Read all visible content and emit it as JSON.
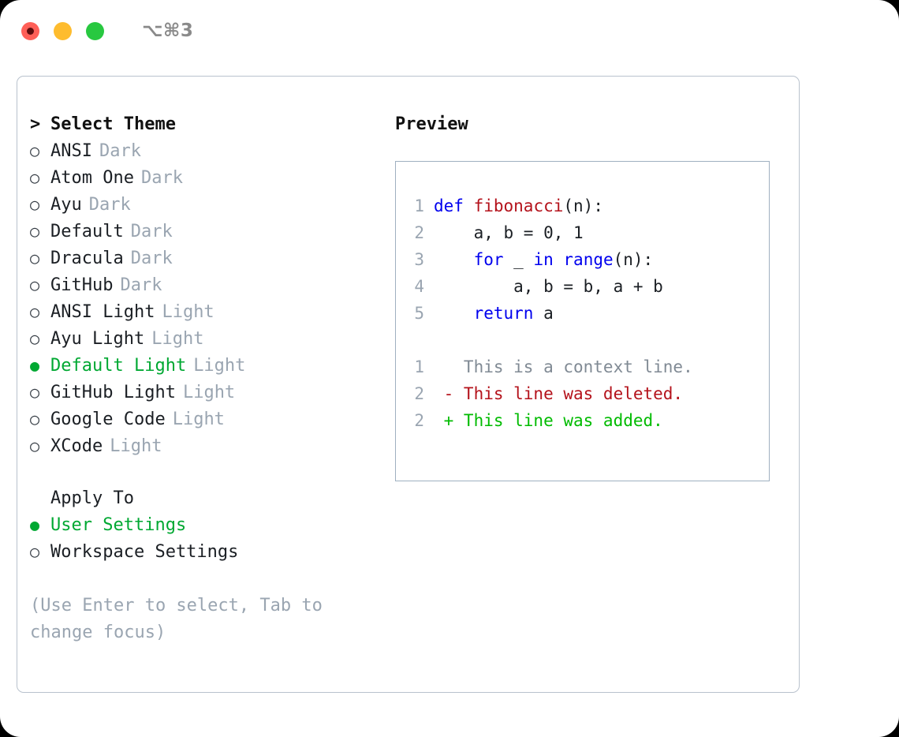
{
  "titlebar": {
    "shortcut": "⌥⌘3",
    "lights": [
      "close-red",
      "minimize-yellow",
      "zoom-green"
    ]
  },
  "left": {
    "heading": {
      "caret": ">",
      "text": "Select Theme"
    },
    "themes": [
      {
        "marker": "○",
        "name": "ANSI",
        "suffix": "Dark",
        "selected": false
      },
      {
        "marker": "○",
        "name": "Atom One",
        "suffix": "Dark",
        "selected": false
      },
      {
        "marker": "○",
        "name": "Ayu",
        "suffix": "Dark",
        "selected": false
      },
      {
        "marker": "○",
        "name": "Default",
        "suffix": "Dark",
        "selected": false
      },
      {
        "marker": "○",
        "name": "Dracula",
        "suffix": "Dark",
        "selected": false
      },
      {
        "marker": "○",
        "name": "GitHub",
        "suffix": "Dark",
        "selected": false
      },
      {
        "marker": "○",
        "name": "ANSI Light",
        "suffix": "Light",
        "selected": false
      },
      {
        "marker": "○",
        "name": "Ayu Light",
        "suffix": "Light",
        "selected": false
      },
      {
        "marker": "●",
        "name": "Default Light",
        "suffix": "Light",
        "selected": true
      },
      {
        "marker": "○",
        "name": "GitHub Light",
        "suffix": "Light",
        "selected": false
      },
      {
        "marker": "○",
        "name": "Google Code",
        "suffix": "Light",
        "selected": false
      },
      {
        "marker": "○",
        "name": "XCode",
        "suffix": "Light",
        "selected": false
      }
    ],
    "apply_to": {
      "header": "Apply To",
      "options": [
        {
          "marker": "●",
          "label": "User Settings",
          "selected": true
        },
        {
          "marker": "○",
          "label": "Workspace Settings",
          "selected": false
        }
      ]
    },
    "hint": "(Use Enter to select, Tab to change focus)"
  },
  "right": {
    "title": "Preview",
    "code": [
      {
        "no": "1",
        "tokens": [
          {
            "t": "def",
            "c": "kw"
          },
          {
            "t": " ",
            "c": "code-text"
          },
          {
            "t": "fibonacci",
            "c": "fn"
          },
          {
            "t": "(n):",
            "c": "code-text"
          }
        ]
      },
      {
        "no": "2",
        "tokens": [
          {
            "t": "    a, b = 0, 1",
            "c": "code-text"
          }
        ]
      },
      {
        "no": "3",
        "tokens": [
          {
            "t": "    ",
            "c": "code-text"
          },
          {
            "t": "for",
            "c": "kw"
          },
          {
            "t": " _ ",
            "c": "code-text"
          },
          {
            "t": "in",
            "c": "kw"
          },
          {
            "t": " ",
            "c": "code-text"
          },
          {
            "t": "range",
            "c": "bi"
          },
          {
            "t": "(n):",
            "c": "code-text"
          }
        ]
      },
      {
        "no": "4",
        "tokens": [
          {
            "t": "        a, b = b, a + b",
            "c": "code-text"
          }
        ]
      },
      {
        "no": "5",
        "tokens": [
          {
            "t": "    ",
            "c": "code-text"
          },
          {
            "t": "return",
            "c": "kw"
          },
          {
            "t": " a",
            "c": "code-text"
          }
        ]
      }
    ],
    "diff": [
      {
        "no": "1",
        "tokens": [
          {
            "t": "   This is a context line.",
            "c": "ctx"
          }
        ]
      },
      {
        "no": "2",
        "tokens": [
          {
            "t": " - This line was deleted.",
            "c": "del"
          }
        ]
      },
      {
        "no": "2",
        "tokens": [
          {
            "t": " + This line was added.",
            "c": "add"
          }
        ]
      }
    ]
  },
  "colors": {
    "accent_green": "#00a832",
    "muted_gray": "#9aa5b1",
    "keyword_blue": "#0000ee",
    "function_red": "#b4121b",
    "diff_add": "#00bb00",
    "diff_del": "#b4121b",
    "panel_border": "#b9c2cd",
    "preview_border": "#9fb0c0",
    "light_red": "#ff5f57",
    "light_yellow": "#febc2e",
    "light_green": "#28c840"
  }
}
